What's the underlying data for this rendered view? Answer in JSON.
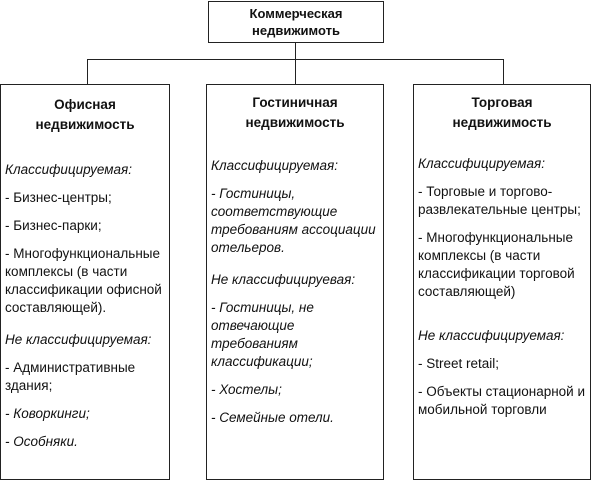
{
  "root": {
    "line1": "Коммерческая",
    "line2": "недвижимоть"
  },
  "office": {
    "title": "Офисная недвижимость",
    "classified_label": "Классифицируемая:",
    "classified_items": [
      "- Бизнес-центры;",
      "- Бизнес-парки;",
      "- Многофункциональные комплексы (в части классификации офисной составляющей)."
    ],
    "nonclassified_label": "Не классифицируемая:",
    "nonclassified_items": [
      "- Административные здания;",
      "- Коворкинги;",
      "- Особняки."
    ]
  },
  "hotel": {
    "title_line1": "Гостиничная",
    "title_line2": "недвижимость",
    "classified_label": "Классифицируемая:",
    "classified_items": [
      "- Гостиницы, соответствующие требованиям ассоциации отельеров."
    ],
    "nonclassified_label": "Не классифицируевая:",
    "nonclassified_items": [
      "- Гостиницы, не отвечающие требованиям классификации;",
      "- Хостелы;",
      "- Семейные отели."
    ]
  },
  "retail": {
    "title_line1": "Торговая",
    "title_line2": "недвижимость",
    "classified_label": "Классифицируемая:",
    "classified_items": [
      "- Торговые и торгово-развлекательные центры;",
      "- Многофункциональные комплексы (в части классификации торговой составляющей)"
    ],
    "nonclassified_label": "Не классифицируемая:",
    "nonclassified_items": [
      "- Street retail;",
      "- Объекты стационарной и мобильной торговли"
    ]
  }
}
